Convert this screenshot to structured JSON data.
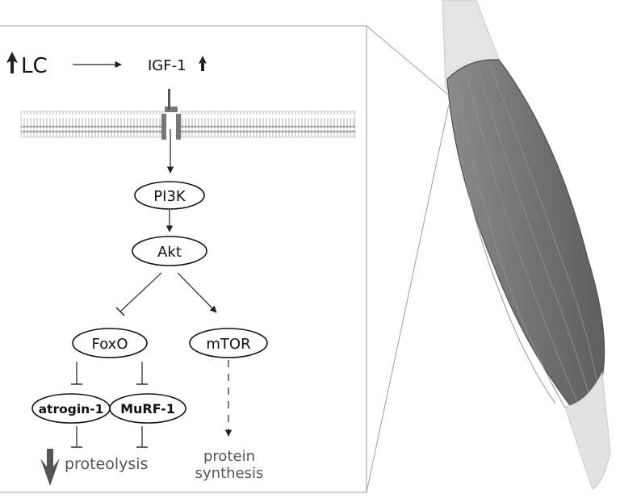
{
  "top": {
    "lc_label": "LC",
    "igf_label": "IGF-1"
  },
  "nodes": {
    "pi3k": "PI3K",
    "akt": "Akt",
    "foxo": "FoxO",
    "mtor": "mTOR",
    "atrogin": "atrogin-1",
    "murf": "MuRF-1"
  },
  "outcomes": {
    "proteolysis": "proteolysis",
    "protein_line1": "protein",
    "protein_line2": "synthesis"
  },
  "colors": {
    "muscle_fill": "#7a7a7a",
    "text_gray": "#555555",
    "membrane": "#8c8c8c",
    "receptor": "#777777"
  },
  "icons": {
    "up_arrow": "up-arrow-icon",
    "down_arrow": "down-arrow-icon"
  }
}
